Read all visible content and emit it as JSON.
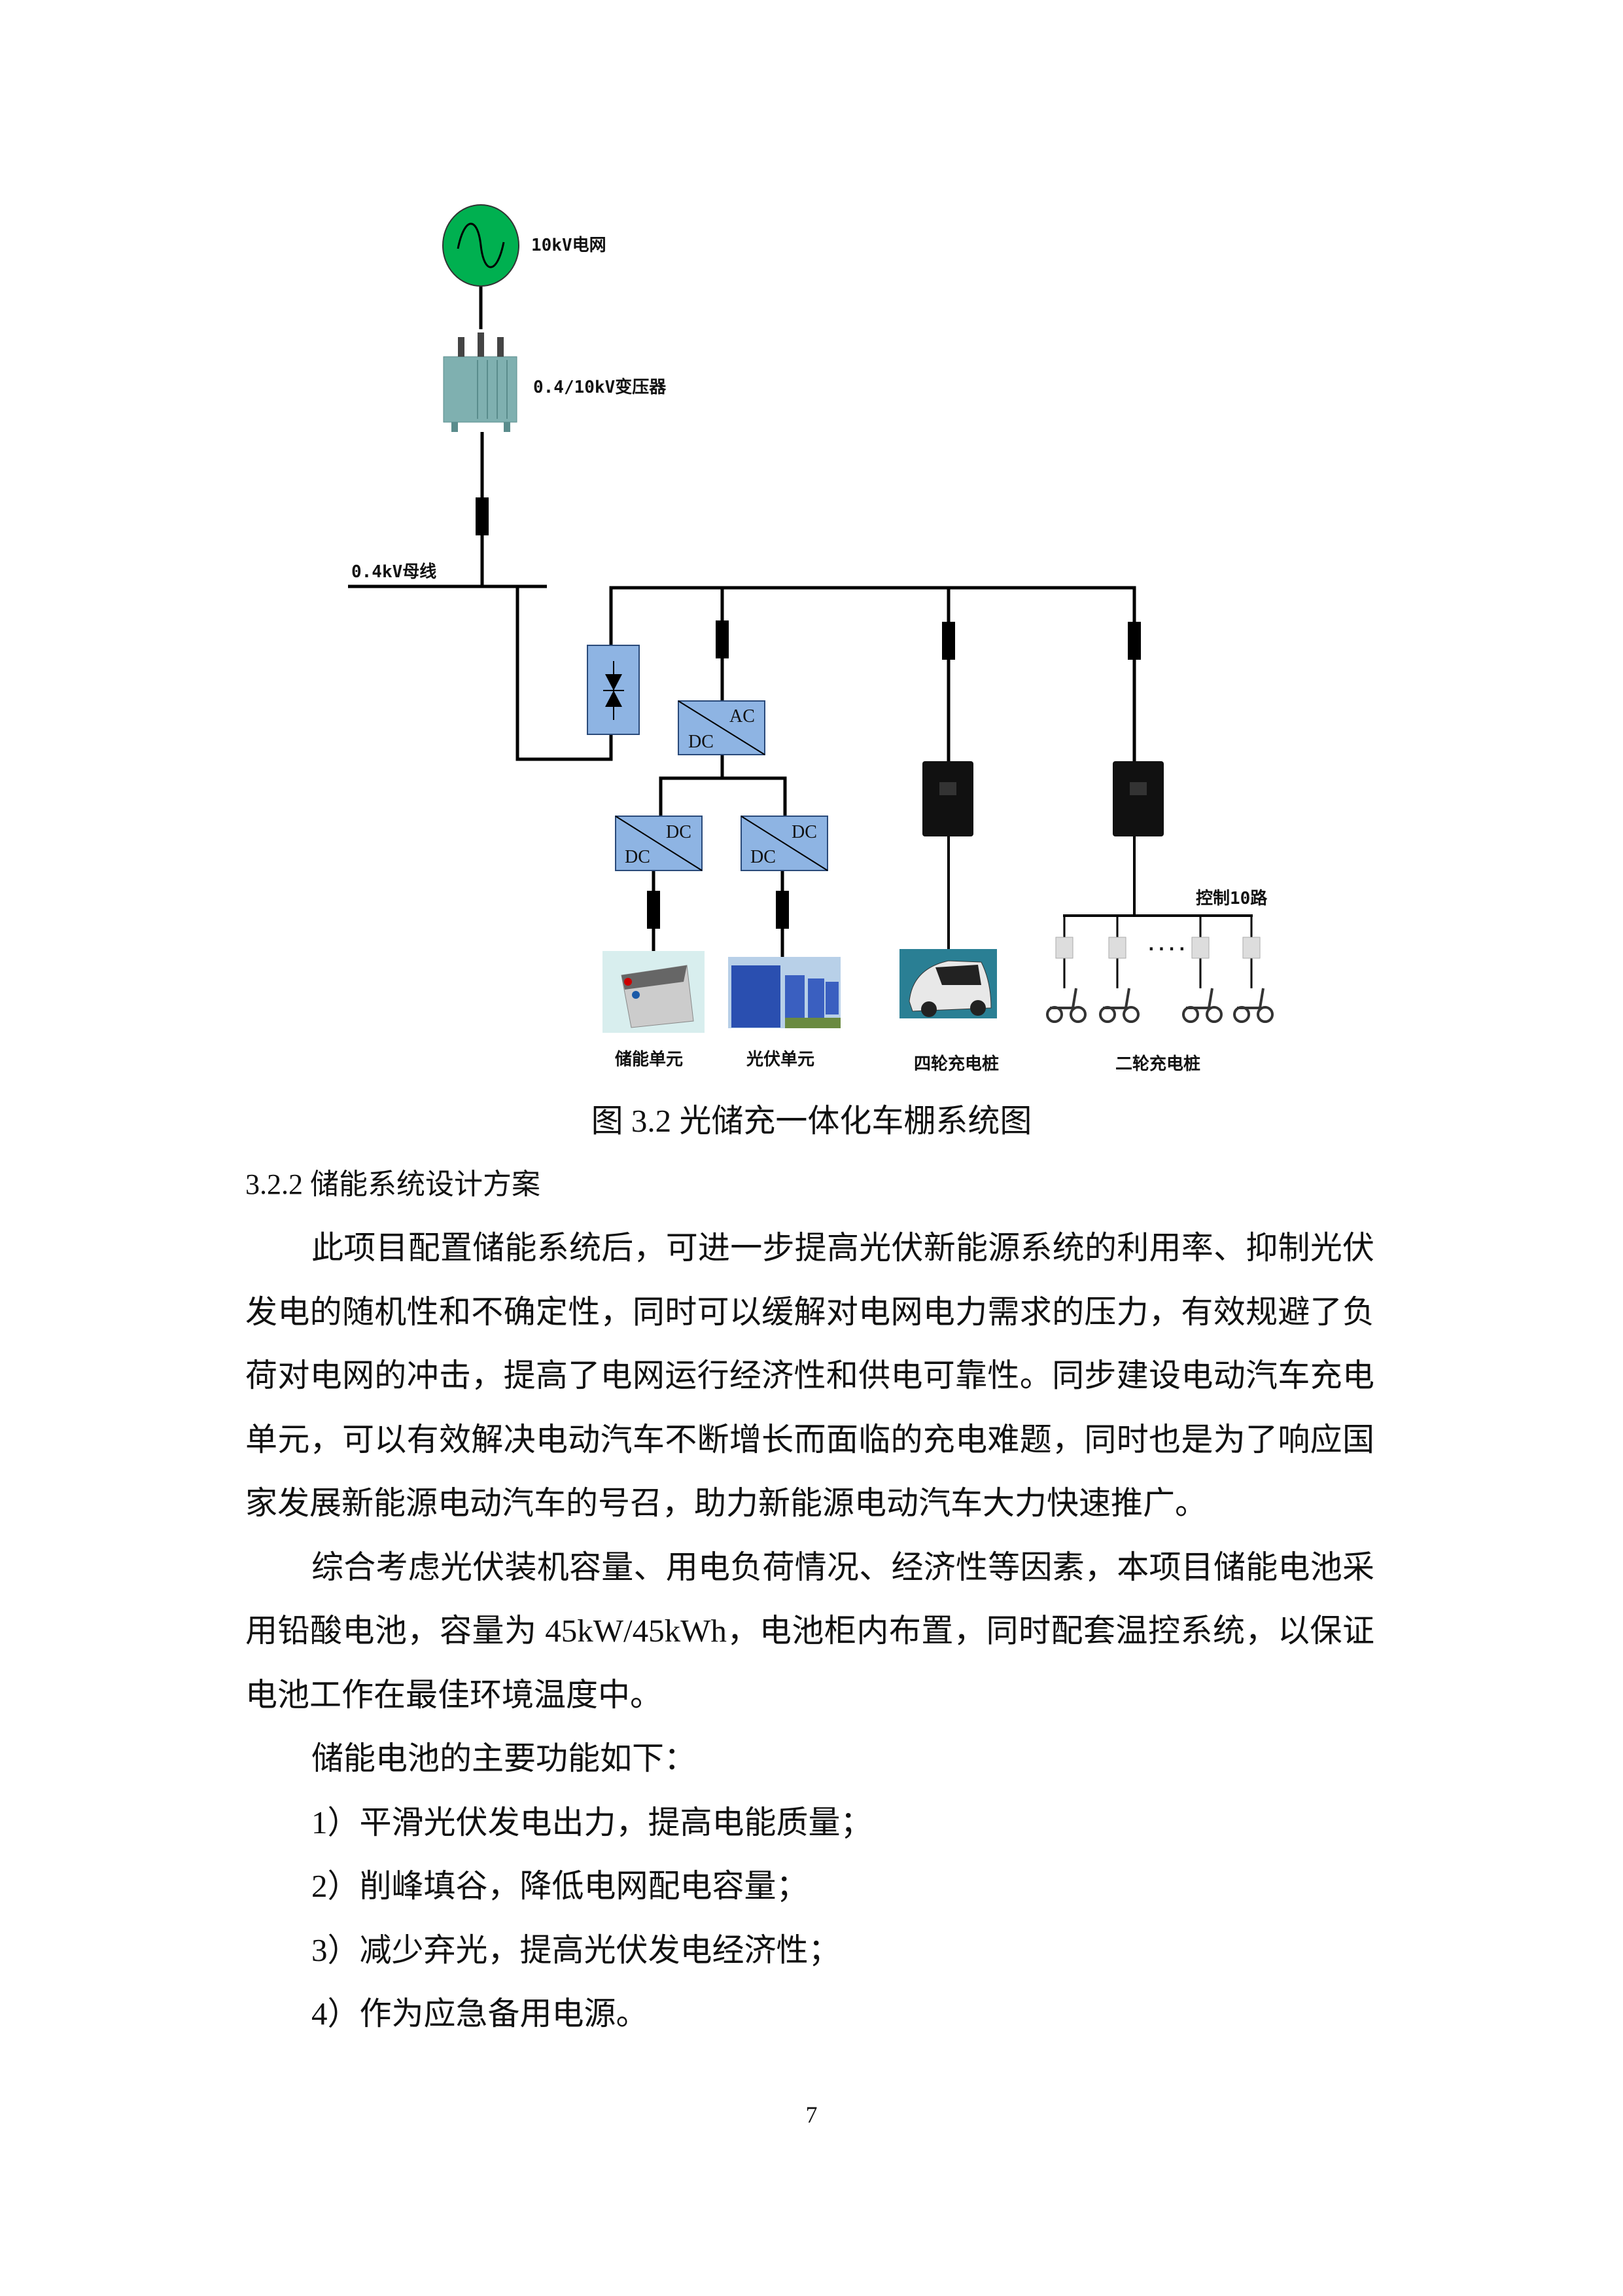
{
  "figure": {
    "labels": {
      "grid": "10kV电网",
      "transformer": "0.4/10kV变压器",
      "bus": "0.4kV母线",
      "ac": "AC",
      "dc": "DC",
      "control": "控制10路",
      "dots": "....",
      "storage": "储能单元",
      "pv": "光伏单元",
      "four_wheel": "四轮充电桩",
      "two_wheel": "二轮充电桩"
    },
    "caption": "图 3.2 光储充一体化车棚系统图",
    "colors": {
      "grid_green": "#00b050",
      "converter_blue": "#8eb4e3"
    }
  },
  "section": {
    "heading": "3.2.2 储能系统设计方案",
    "paragraphs": [
      {
        "lines": [
          "此项目配置储能系统后，可进一步提高光伏新能源系统的利用率、抑制光伏",
          "发电的随机性和不确定性，同时可以缓解对电网电力需求的压力，有效规避了负",
          "荷对电网的冲击，提高了电网运行经济性和供电可靠性。同步建设电动汽车充电",
          "单元，可以有效解决电动汽车不断增长而面临的充电难题，同时也是为了响应国",
          "家发展新能源电动汽车的号召，助力新能源电动汽车大力快速推广。"
        ]
      },
      {
        "lines": [
          "综合考虑光伏装机容量、用电负荷情况、经济性等因素，本项目储能电池采",
          "用铅酸电池，容量为 45kW/45kWh，电池柜内布置，同时配套温控系统，以保证",
          "电池工作在最佳环境温度中。"
        ]
      },
      {
        "lines": [
          "储能电池的主要功能如下："
        ]
      }
    ],
    "functions": [
      "1）平滑光伏发电出力，提高电能质量；",
      "2）削峰填谷，降低电网配电容量；",
      "3）减少弃光，提高光伏发电经济性；",
      "4）作为应急备用电源。"
    ]
  },
  "page_number": "7"
}
